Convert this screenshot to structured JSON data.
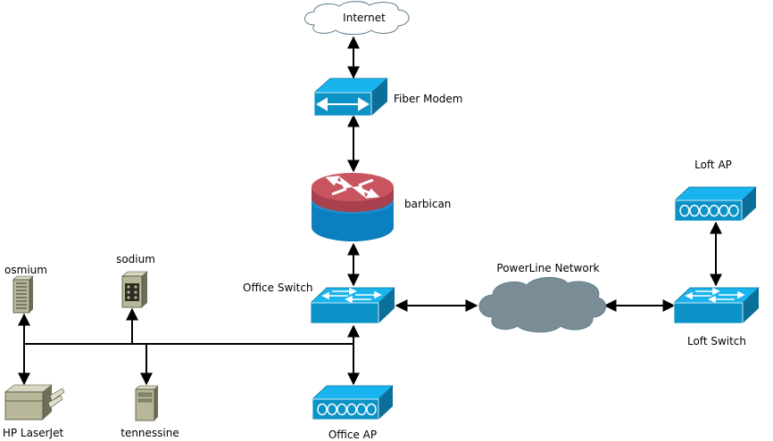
{
  "nodes": {
    "internet": {
      "label": "Internet"
    },
    "fiber_modem": {
      "label": "Fiber Modem"
    },
    "router": {
      "label": "barbican"
    },
    "office_switch": {
      "label": "Office Switch"
    },
    "powerline": {
      "label": "PowerLine Network"
    },
    "loft_switch": {
      "label": "Loft Switch"
    },
    "loft_ap": {
      "label": "Loft AP"
    },
    "office_ap": {
      "label": "Office AP"
    },
    "osmium": {
      "label": "osmium"
    },
    "sodium": {
      "label": "sodium"
    },
    "tennessine": {
      "label": "tennessine"
    },
    "printer": {
      "label": "HP LaserJet"
    }
  },
  "colors": {
    "device_blue": "#0b93c8",
    "device_blue_dark": "#066a90",
    "router_red": "#c95561",
    "cloud_gray": "#7a8d96",
    "cloud_outline": "#5f7b8a",
    "server_khaki": "#b8b79a",
    "line": "#000000"
  }
}
